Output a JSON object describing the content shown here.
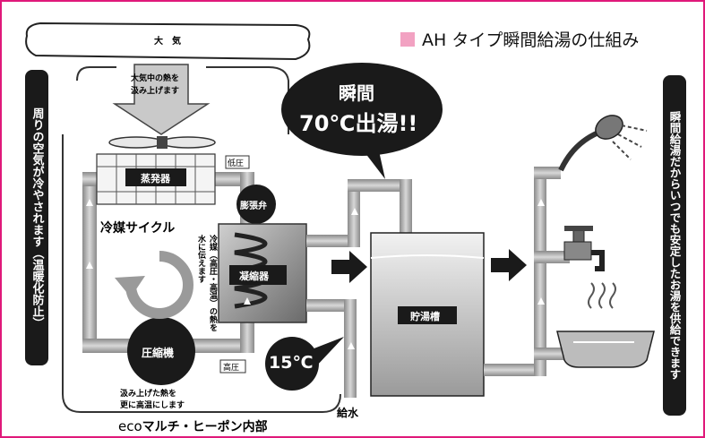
{
  "header": {
    "title": "AH タイプ瞬間給湯の仕組み"
  },
  "labels": {
    "atmosphere": "大　気",
    "absorb_heat_line1": "大気中の熱を",
    "absorb_heat_line2": "汲み上げます",
    "left_vertical": "周りの空気が冷やされます（温暖化防止）",
    "right_vertical": "瞬間給湯だからいつでも安定したお湯を供給できます",
    "evaporator": "蒸発器",
    "low_pressure": "低圧",
    "high_pressure": "高圧",
    "expansion_valve": "膨張弁",
    "refrigerant_cycle": "冷媒サイクル",
    "condenser": "凝縮器",
    "compressor": "圧縮機",
    "refrigerant_note": "冷媒（高圧・高温）の熱を水に伝えます",
    "hot_water_line1": "瞬間",
    "hot_water_line2": "70℃出湯!!",
    "inlet_temp": "15℃",
    "storage_tank": "貯湯槽",
    "water_supply": "給水",
    "compress_note_line1": "汲み上げた熱を",
    "compress_note_line2": "更に高温にします",
    "unit_label_eco": "eco",
    "unit_label_rest": "マルチ・ヒーポン内部"
  },
  "colors": {
    "border": "#e0187a",
    "title_square": "#f2a2c2",
    "pipe": "#b9b9b9",
    "dark": "#1a1a1a"
  }
}
